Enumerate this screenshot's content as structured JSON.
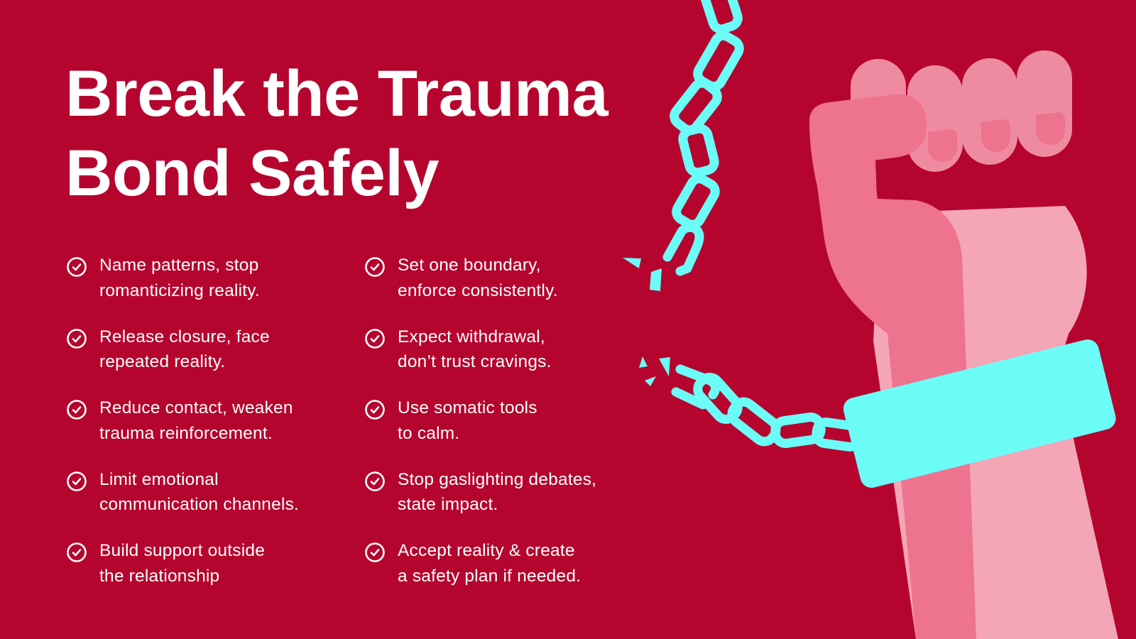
{
  "slide": {
    "title_lines": [
      "Break the Trauma",
      "Bond Safely"
    ],
    "background_color": "#b5052e",
    "accent_color": "#6cfcf7",
    "skin_light": "#f4a5b6",
    "skin_mid": "#ef8ba0",
    "skin_dark": "#ed738f"
  },
  "left_list": [
    {
      "icon": "check-circle-icon",
      "line1": "Name patterns, stop",
      "line2": "romanticizing reality."
    },
    {
      "icon": "check-circle-icon",
      "line1": "Release closure, face",
      "line2": "repeated reality."
    },
    {
      "icon": "check-circle-icon",
      "line1": "Reduce contact, weaken",
      "line2": "trauma reinforcement."
    },
    {
      "icon": "check-circle-icon",
      "line1": "Limit emotional",
      "line2": "communication channels."
    },
    {
      "icon": "check-circle-icon",
      "line1": "Build support outside",
      "line2": "the relationship"
    }
  ],
  "right_list": [
    {
      "icon": "check-circle-icon",
      "line1": "Set one boundary,",
      "line2": "enforce consistently."
    },
    {
      "icon": "check-circle-icon",
      "line1": "Expect withdrawal,",
      "line2": "don’t trust cravings."
    },
    {
      "icon": "check-circle-icon",
      "line1": "Use somatic tools",
      "line2": "to calm."
    },
    {
      "icon": "check-circle-icon",
      "line1": "Stop gaslighting debates,",
      "line2": "state impact."
    },
    {
      "icon": "check-circle-icon",
      "line1": "Accept reality & create",
      "line2": "a safety plan if needed."
    }
  ],
  "illustration": {
    "subject": "raised-fist-breaking-chain-icon"
  }
}
